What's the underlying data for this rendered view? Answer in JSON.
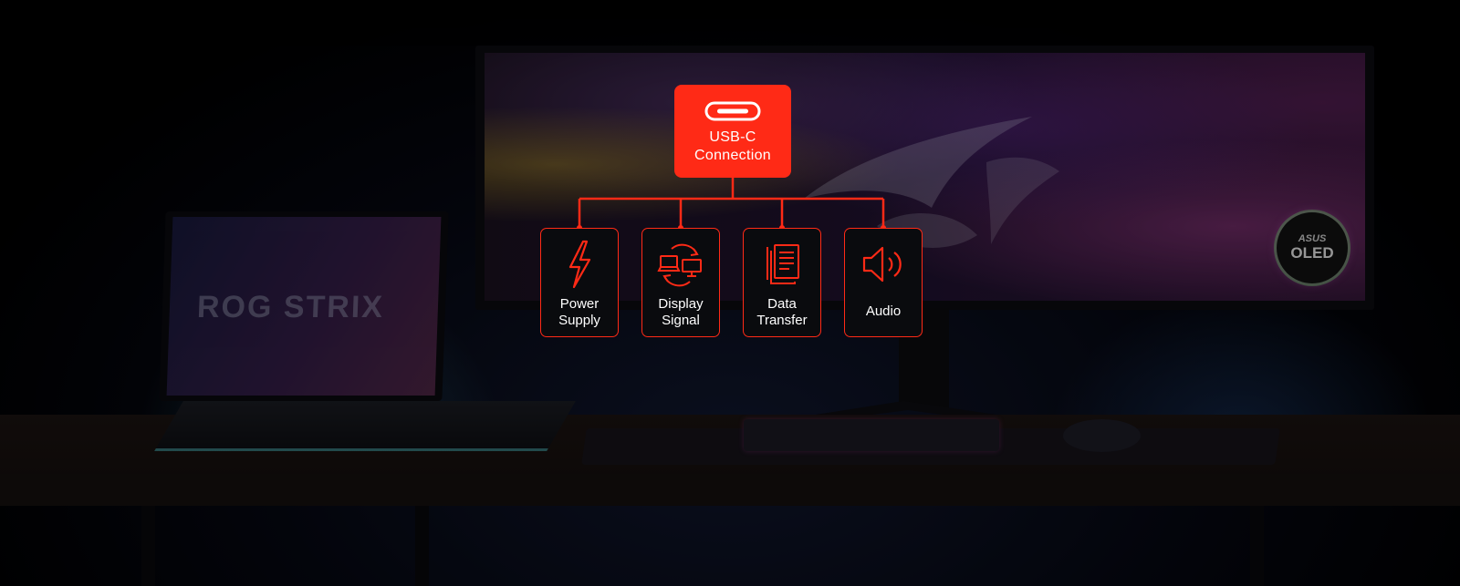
{
  "diagram": {
    "root": {
      "label_line1": "USB-C",
      "label_line2": "Connection",
      "icon": "usb-c-port-icon"
    },
    "children": [
      {
        "line1": "Power",
        "line2": "Supply",
        "icon": "lightning-bolt-icon"
      },
      {
        "line1": "Display",
        "line2": "Signal",
        "icon": "display-sync-icon"
      },
      {
        "line1": "Data",
        "line2": "Transfer",
        "icon": "documents-icon"
      },
      {
        "line1": "Audio",
        "line2": "",
        "icon": "speaker-icon"
      }
    ]
  },
  "monitor": {
    "badge_brand": "ASUS",
    "badge_text": "OLED"
  },
  "laptop": {
    "screen_text": "ROG STRIX"
  },
  "colors": {
    "accent": "#ff2a16",
    "node_bg": "#0a0b0e",
    "text": "#ffffff"
  }
}
